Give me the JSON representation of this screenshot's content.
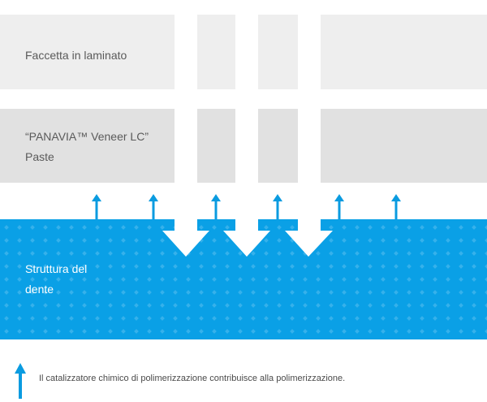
{
  "layers": {
    "veneer": "Faccetta in laminato",
    "paste_line1": "“PANAVIA™ Veneer LC”",
    "paste_line2": "Paste",
    "tooth_line1": "Struttura del",
    "tooth_line2": "dente"
  },
  "legend": {
    "text": "Il catalizzatore chimico di polimerizzazione contribuisce alla polimerizzazione.",
    "icon": "up-arrow-icon"
  },
  "colors": {
    "layer_gray_light": "#eeeeee",
    "layer_gray": "#e1e1e1",
    "tooth_blue": "#0aa0e6",
    "arrow_blue": "#0a9be0",
    "white": "#ffffff"
  }
}
